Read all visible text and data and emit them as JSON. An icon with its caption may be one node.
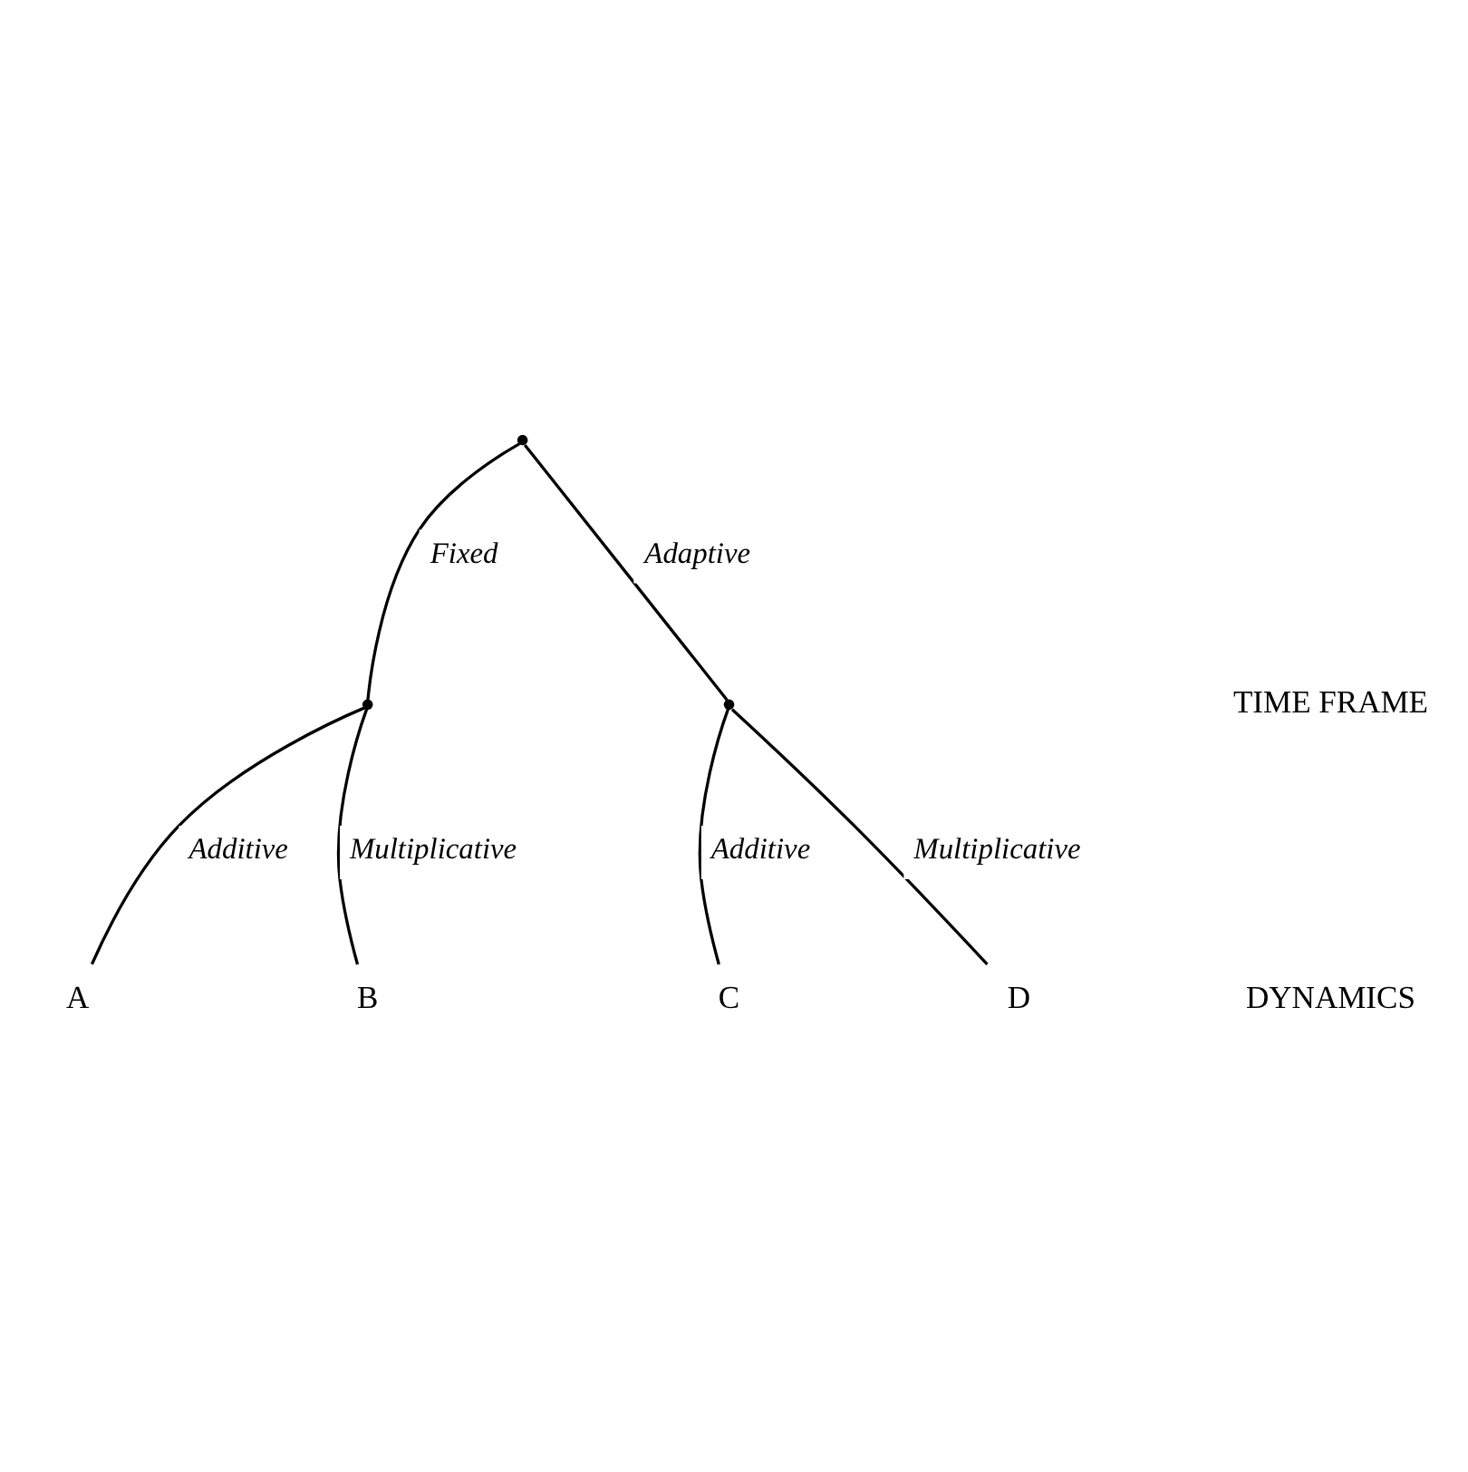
{
  "diagram": {
    "nodes": [
      {
        "text": [],
        "shape": "point"
      },
      {
        "text": [],
        "shape": "point"
      },
      {
        "text": [],
        "shape": "point"
      },
      {
        "text": [
          "A"
        ]
      },
      {
        "text": [
          "B"
        ]
      },
      {
        "text": [
          "C"
        ]
      },
      {
        "text": [
          "D"
        ]
      }
    ],
    "edges": [
      {
        "from": 0,
        "to": 1,
        "arrow": "none",
        "label": "Fixed"
      },
      {
        "from": 0,
        "to": 2,
        "arrow": "none",
        "label": "Adaptive"
      },
      {
        "from": 1,
        "to": 3,
        "arrow": "none",
        "label": "Additive"
      },
      {
        "from": 1,
        "to": 4,
        "arrow": "none",
        "label": "Multiplicative"
      },
      {
        "from": 2,
        "to": 5,
        "arrow": "none",
        "label": "Additive"
      },
      {
        "from": 2,
        "to": 6,
        "arrow": "none",
        "label": "Multiplicative"
      }
    ],
    "labels": [
      "TIME FRAME",
      "DYNAMICS"
    ]
  }
}
